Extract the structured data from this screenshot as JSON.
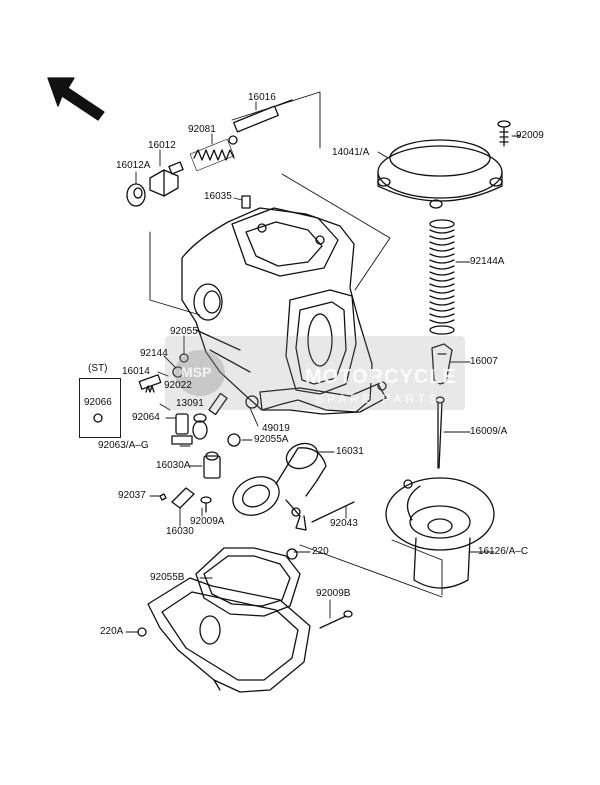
{
  "labels": {
    "p16016": "16016",
    "p92081": "92081",
    "p16012": "16012",
    "p16012A": "16012A",
    "p16035": "16035",
    "p14041A": "14041/A",
    "p92009": "92009",
    "p92144A": "92144A",
    "p16007": "16007",
    "p16009A": "16009/A",
    "p92055": "92055",
    "p92144": "92144",
    "p16014": "16014",
    "p92022": "92022",
    "st": "(ST)",
    "p92066": "92066",
    "p13091": "13091",
    "p92064": "92064",
    "p49019": "49019",
    "p92055A": "92055A",
    "p92063AG": "92063/A–G",
    "p16031": "16031",
    "p16030A": "16030A",
    "p92037": "92037",
    "p16030": "16030",
    "p92009A": "92009A",
    "p92043": "92043",
    "p16126AC": "16126/A–C",
    "p220": "220",
    "p92055B": "92055B",
    "p92009B": "92009B",
    "p220A": "220A"
  },
  "watermark": {
    "logo": "MSP",
    "title": "MOTORCYCLE",
    "subtitle": "SPARE PARTS"
  }
}
